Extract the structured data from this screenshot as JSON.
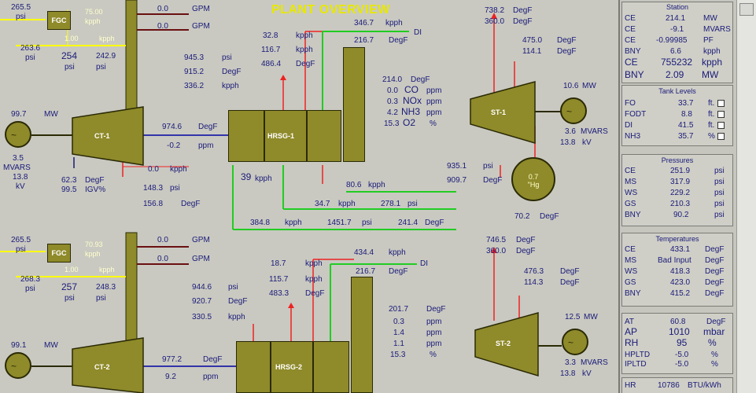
{
  "title": "PLANT OVERVIEW",
  "units": {
    "gpm": "GPM",
    "psi": "psi",
    "kpph": "kpph",
    "degf": "DegF",
    "ppm": "ppm",
    "mw": "MW",
    "mvars": "MVARS",
    "kv": "kV",
    "igv": "IGV%",
    "pct": "%",
    "hg": "\"Hg",
    "ft": "ft."
  },
  "unit1": {
    "fgc": {
      "label": "FGC",
      "top_value": "265.5",
      "top_unit": "psi",
      "v1": "263.6",
      "v1_unit": "psi",
      "v2": "254",
      "v2_unit": "psi",
      "v3": "242.9",
      "v3_unit": "psi",
      "yellow1": "75.00",
      "yellow2": "kpph",
      "yellow3": "1.00",
      "yellow4": "kpph"
    },
    "gpm1": "0.0",
    "gpm2": "0.0",
    "ct": {
      "label": "CT-1",
      "mw": "99.7",
      "mvars": "3.5",
      "kv": "13.8",
      "temp": "974.6",
      "ppm": "-0.2",
      "kpph": "0.0",
      "igv_temp": "62.3",
      "igv": "99.5",
      "p1": "148.3",
      "p2": "156.8"
    },
    "hrsg": {
      "label": "HRSG-1",
      "f1": "32.8",
      "f2": "116.7",
      "f3": "486.4",
      "p1": "945.3",
      "p2": "915.2",
      "p3": "336.2",
      "di": "346.7",
      "di_temp": "216.7",
      "di_label": "DI",
      "steam": "39",
      "bot1": "34.7",
      "bot2": "278.1",
      "bot3": "80.6",
      "bot4": "384.8",
      "bot5": "1451.7",
      "bot6": "241.4"
    },
    "emissions": {
      "temp": "214.0",
      "co": "0.0",
      "nox": "0.3",
      "nh3": "4.2",
      "o2": "15.3",
      "co_label": "CO",
      "nox_label": "NOx",
      "nh3_label": "NH3",
      "o2_label": "O2"
    },
    "st": {
      "label": "ST-1",
      "temp": "738.2",
      "p": "360.0",
      "t2": "475.0",
      "p2": "114.1",
      "mw": "10.6",
      "mvars": "3.6",
      "kv": "13.8",
      "c1": "935.1",
      "c2": "909.7",
      "cond": "0.7",
      "cond_temp": "70.2"
    }
  },
  "unit2": {
    "fgc": {
      "label": "FGC",
      "top_value": "265.5",
      "top_unit": "psi",
      "v1": "268.3",
      "v1_unit": "psi",
      "v2": "257",
      "v2_unit": "psi",
      "v3": "248.3",
      "v3_unit": "psi",
      "yellow1": "70.93",
      "yellow2": "kpph",
      "yellow3": "1.00",
      "yellow4": "kpph"
    },
    "gpm1": "0.0",
    "gpm2": "0.0",
    "ct": {
      "label": "CT-2",
      "mw": "99.1",
      "temp": "977.2",
      "ppm": "9.2"
    },
    "hrsg": {
      "label": "HRSG-2",
      "f1": "18.7",
      "f2": "115.7",
      "f3": "483.3",
      "p1": "944.6",
      "p2": "920.7",
      "p3": "330.5",
      "di": "434.4",
      "di_temp": "216.7",
      "di_label": "DI"
    },
    "emissions": {
      "temp": "201.7",
      "nox": "0.3",
      "co": "1.4",
      "nh3": "1.1",
      "o2": "15.3"
    },
    "st": {
      "label": "ST-2",
      "temp": "746.5",
      "p": "360.0",
      "t2": "476.3",
      "p2": "114.3",
      "mw": "12.5",
      "mvars": "3.3",
      "kv": "13.8"
    }
  },
  "station": {
    "title": "Station",
    "rows": [
      {
        "k": "CE",
        "v": "214.1",
        "u": "MW"
      },
      {
        "k": "CE",
        "v": "-9.1",
        "u": "MVARS"
      },
      {
        "k": "CE",
        "v": "-0.99985",
        "u": "PF"
      },
      {
        "k": "BNY",
        "v": "6.6",
        "u": "kpph"
      },
      {
        "k": "CE",
        "v": "755232",
        "u": "kpph"
      },
      {
        "k": "BNY",
        "v": "2.09",
        "u": "MW"
      }
    ]
  },
  "tank_levels": {
    "title": "Tank Levels",
    "rows": [
      {
        "k": "FO",
        "v": "33.7",
        "u": "ft."
      },
      {
        "k": "FODT",
        "v": "8.8",
        "u": "ft."
      },
      {
        "k": "DI",
        "v": "41.5",
        "u": "ft."
      },
      {
        "k": "NH3",
        "v": "35.7",
        "u": "%"
      }
    ]
  },
  "pressures": {
    "title": "Pressures",
    "rows": [
      {
        "k": "CE",
        "v": "251.9",
        "u": "psi"
      },
      {
        "k": "MS",
        "v": "317.9",
        "u": "psi"
      },
      {
        "k": "WS",
        "v": "229.2",
        "u": "psi"
      },
      {
        "k": "GS",
        "v": "210.3",
        "u": "psi"
      },
      {
        "k": "BNY",
        "v": "90.2",
        "u": "psi"
      }
    ]
  },
  "temperatures": {
    "title": "Temperatures",
    "rows": [
      {
        "k": "CE",
        "v": "433.1",
        "u": "DegF"
      },
      {
        "k": "MS",
        "v": "Bad Input",
        "u": "DegF"
      },
      {
        "k": "WS",
        "v": "418.3",
        "u": "DegF"
      },
      {
        "k": "GS",
        "v": "423.0",
        "u": "DegF"
      },
      {
        "k": "BNY",
        "v": "415.2",
        "u": "DegF"
      }
    ]
  },
  "ambient": {
    "rows": [
      {
        "k": "AT",
        "v": "60.8",
        "u": "DegF"
      },
      {
        "k": "AP",
        "v": "1010",
        "u": "mbar"
      },
      {
        "k": "RH",
        "v": "95",
        "u": "%"
      },
      {
        "k": "HPLTD",
        "v": "-5.0",
        "u": "%"
      },
      {
        "k": "IPLTD",
        "v": "-5.0",
        "u": "%"
      }
    ]
  },
  "hr": {
    "k": "HR",
    "v": "10786",
    "u": "BTU/kWh"
  },
  "colors": {
    "equipment": "#8f8a2a",
    "background": "#c9c9c1",
    "values": "#1a1a7a",
    "title": "#e8e800",
    "flow_yellow": "#ffff00",
    "flow_green": "#22cc22",
    "flow_red": "#ee2222",
    "flow_blue": "#3333aa",
    "flow_brown": "#6a1010"
  }
}
